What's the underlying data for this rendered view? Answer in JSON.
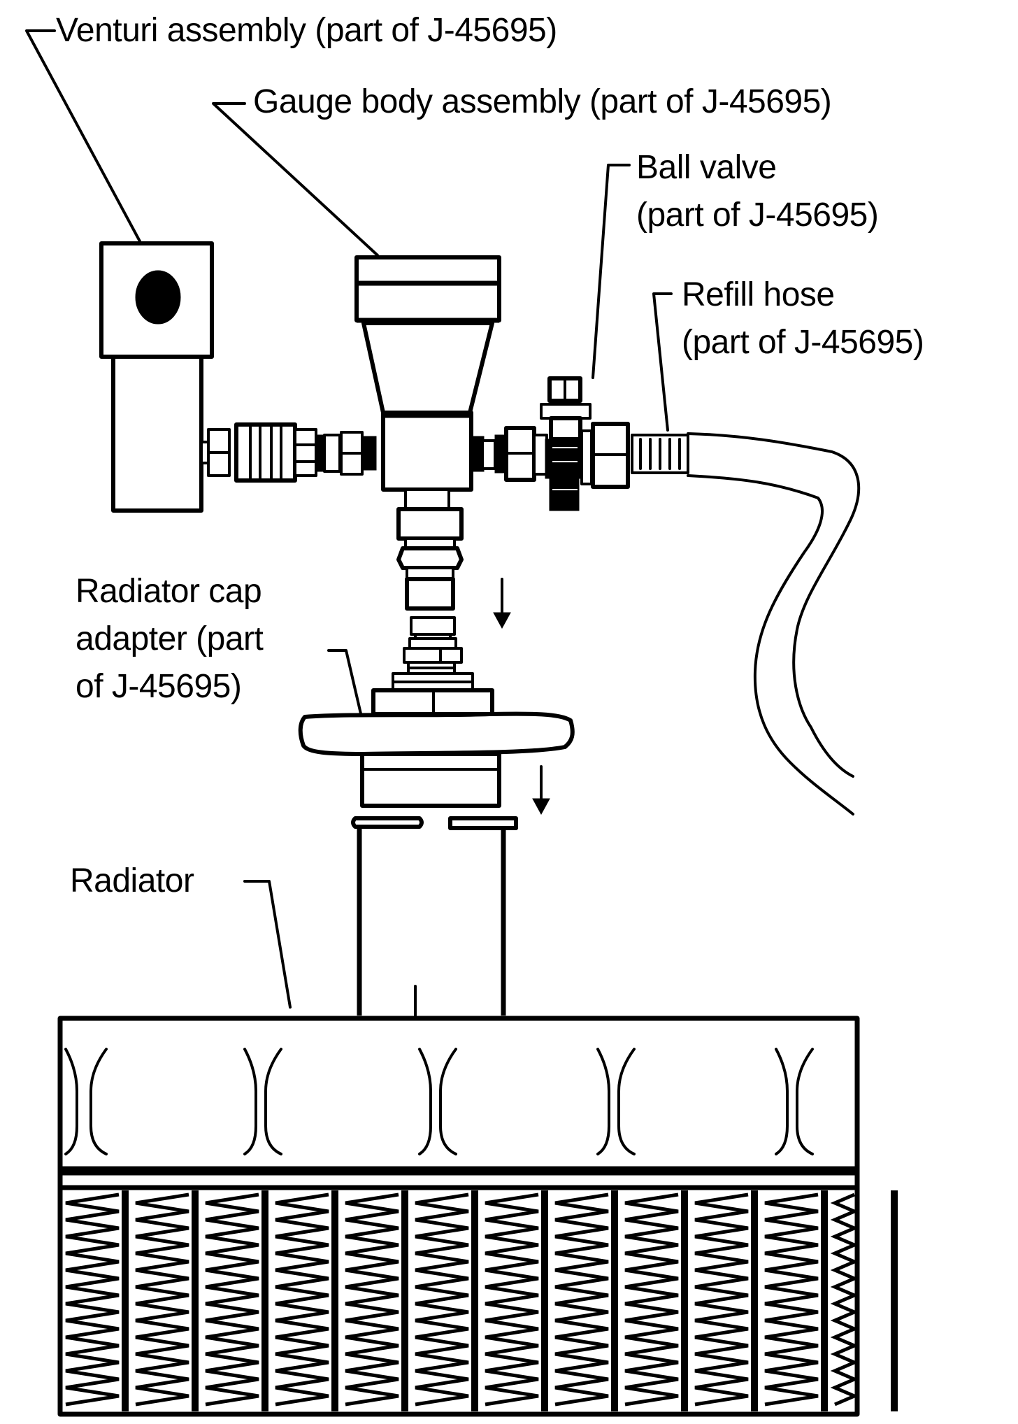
{
  "figure": {
    "tool_number": "J-45695",
    "colors": {
      "ink": "#000000",
      "background": "#ffffff"
    },
    "labels": {
      "venturi": {
        "lines": [
          "Venturi assembly (part of J-45695)"
        ]
      },
      "gauge_body": {
        "lines": [
          "Gauge body assembly (part of J-45695)"
        ]
      },
      "ball_valve": {
        "lines": [
          "Ball valve",
          "(part of J-45695)"
        ]
      },
      "refill_hose": {
        "lines": [
          "Refill hose",
          "(part of J-45695)"
        ]
      },
      "radiator_cap_adapter": {
        "lines": [
          "Radiator cap",
          "adapter (part",
          "of J-45695)"
        ]
      },
      "radiator": {
        "lines": [
          "Radiator"
        ]
      }
    },
    "components": [
      "venturi-assembly",
      "gauge-body-assembly",
      "ball-valve",
      "refill-hose",
      "radiator-cap-adapter",
      "radiator"
    ],
    "arrows": [
      {
        "name": "install-direction-arrow-upper",
        "direction": "down"
      },
      {
        "name": "install-direction-arrow-lower",
        "direction": "down"
      }
    ]
  }
}
